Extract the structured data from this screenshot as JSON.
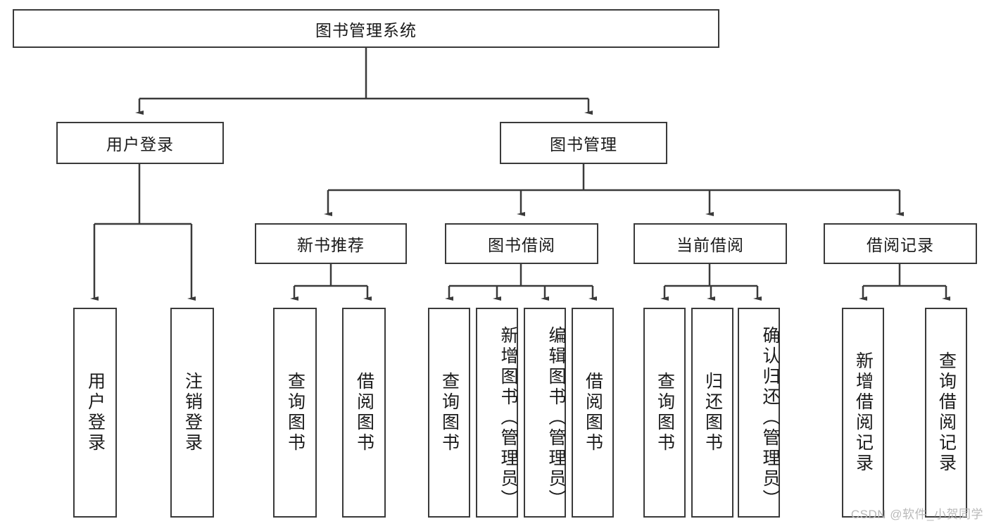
{
  "diagram": {
    "type": "tree-hierarchy",
    "title": "图书管理系统",
    "background_color": "#ffffff",
    "line_color": "#3a3a3a",
    "text_color": "#1a1a1a",
    "root": {
      "label": "图书管理系统"
    },
    "level2": [
      {
        "label": "用户登录"
      },
      {
        "label": "图书管理"
      }
    ],
    "level3": [
      {
        "label": "新书推荐"
      },
      {
        "label": "图书借阅"
      },
      {
        "label": "当前借阅"
      },
      {
        "label": "借阅记录"
      }
    ],
    "leaves": {
      "user_login": [
        {
          "label": "用户登录"
        },
        {
          "label": "注销登录"
        }
      ],
      "new_book_recommend": [
        {
          "label": "查询图书"
        },
        {
          "label": "借阅图书"
        }
      ],
      "book_borrow": [
        {
          "label": "查询图书"
        },
        {
          "label": "新增图书（管理员）"
        },
        {
          "label": "编辑图书（管理员）"
        },
        {
          "label": "借阅图书"
        }
      ],
      "current_borrow": [
        {
          "label": "查询图书"
        },
        {
          "label": "归还图书"
        },
        {
          "label": "确认归还（管理员）"
        }
      ],
      "borrow_record": [
        {
          "label": "新增借阅记录"
        },
        {
          "label": "查询借阅记录"
        }
      ]
    }
  },
  "watermark": {
    "text": "CSDN @软件_小贺同学"
  }
}
